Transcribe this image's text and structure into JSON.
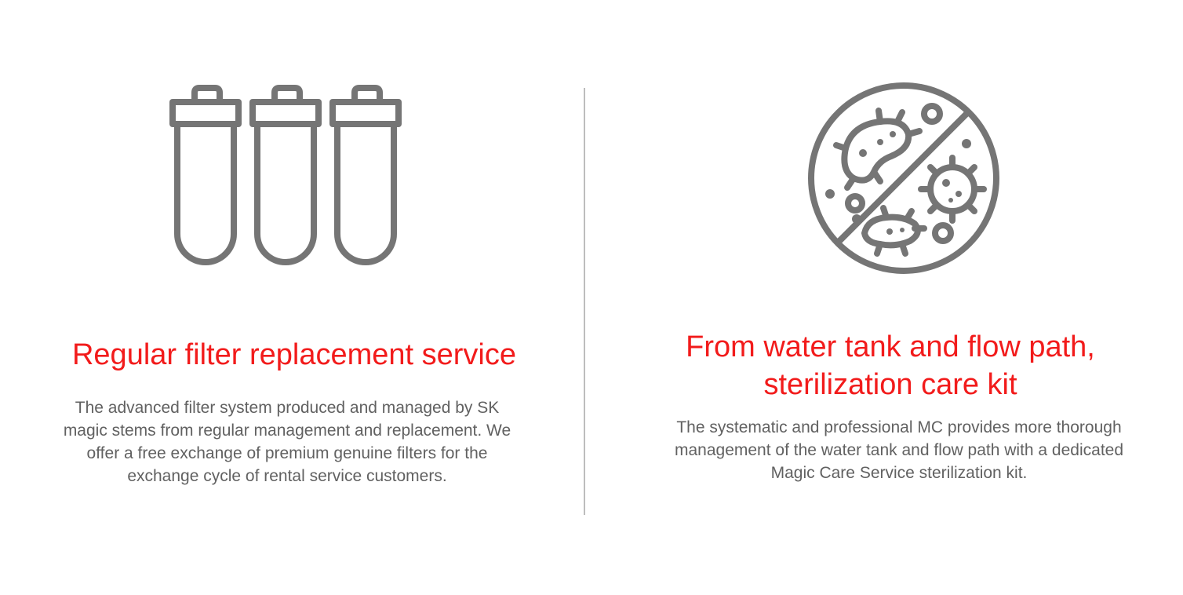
{
  "left_section": {
    "icon": "filter-cartridges-icon",
    "title": "Regular filter replacement service",
    "description": "The advanced filter system produced and managed by SK magic stems from regular management and replacement. We offer a free exchange of premium genuine filters for the exchange cycle of rental service customers."
  },
  "right_section": {
    "icon": "no-bacteria-icon",
    "title_line1": "From water tank and flow path,",
    "title_line2": "sterilization care kit",
    "description": "The systematic and professional MC provides more thorough management of the water tank and flow path with a dedicated Magic Care Service sterilization kit."
  },
  "colors": {
    "title_red": "#f21b1b",
    "body_gray": "#616161",
    "icon_gray": "#757575",
    "divider_gray": "#bdbdbd"
  }
}
